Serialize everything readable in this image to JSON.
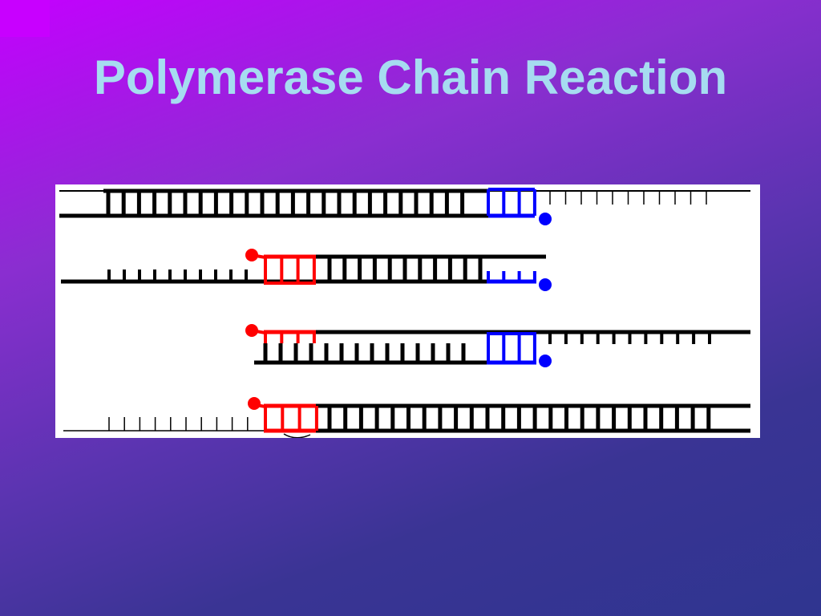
{
  "slide": {
    "title": "Polymerase Chain Reaction"
  },
  "colors": {
    "dna_strand": "#000000",
    "primer_left": "#ff0000",
    "primer_right": "#0000ff",
    "panel_background": "#ffffff",
    "title_text": "#a6dcf0"
  },
  "diagram": {
    "rows": [
      {
        "id": "row-1",
        "description_name": "double-strand-with-right-primer"
      },
      {
        "id": "row-2",
        "description_name": "template-with-both-primers"
      },
      {
        "id": "row-3",
        "description_name": "short-product-with-both-primers"
      },
      {
        "id": "row-4",
        "description_name": "product-with-left-primer"
      }
    ]
  }
}
